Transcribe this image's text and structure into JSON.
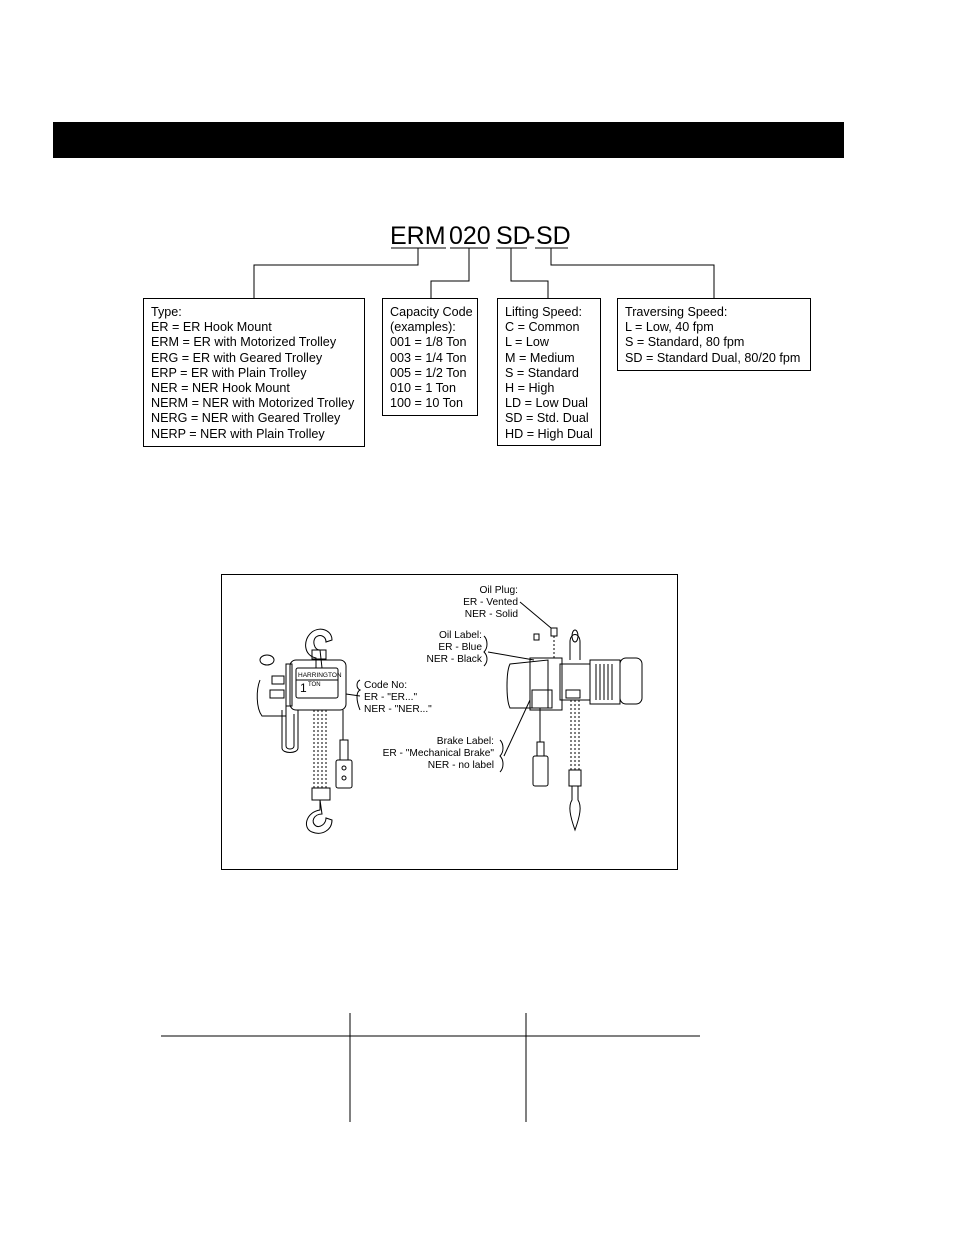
{
  "model_code": {
    "part1": "ERM",
    "part2": "020",
    "part3": "SD",
    "dash": "-",
    "part4": "SD"
  },
  "boxes": {
    "type": {
      "lines": [
        "Type:",
        "ER = ER Hook Mount",
        "ERM = ER with Motorized Trolley",
        "ERG = ER with Geared Trolley",
        "ERP = ER with Plain Trolley",
        "NER = NER Hook Mount",
        "NERM = NER with Motorized Trolley",
        "NERG = NER with Geared Trolley",
        "NERP = NER with Plain Trolley"
      ]
    },
    "capacity": {
      "lines": [
        "Capacity Code",
        "(examples):",
        "001 = 1/8 Ton",
        "003 = 1/4 Ton",
        "005 = 1/2 Ton",
        "010 = 1 Ton",
        "100 = 10 Ton"
      ]
    },
    "lifting": {
      "lines": [
        "Lifting Speed:",
        "C = Common",
        "L = Low",
        "M = Medium",
        "S = Standard",
        "H = High",
        "LD = Low Dual",
        "SD = Std. Dual",
        "HD = High Dual"
      ]
    },
    "traversing": {
      "lines": [
        "Traversing Speed:",
        "L = Low, 40 fpm",
        "S = Standard, 80 fpm",
        "SD = Standard Dual, 80/20 fpm"
      ]
    }
  },
  "figure": {
    "nameplate_brand": "HARRINGTON",
    "nameplate_capacity": "1",
    "nameplate_unit": "TON",
    "code_no": [
      "Code No:",
      "ER - \"ER...\"",
      "NER - \"NER...\""
    ],
    "oil_plug": [
      "Oil Plug:",
      "ER - Vented",
      "NER - Solid"
    ],
    "oil_label": [
      "Oil Label:",
      "ER - Blue",
      "NER - Black"
    ],
    "brake_label": [
      "Brake Label:",
      "ER - \"Mechanical Brake\"",
      "NER - no label"
    ]
  }
}
